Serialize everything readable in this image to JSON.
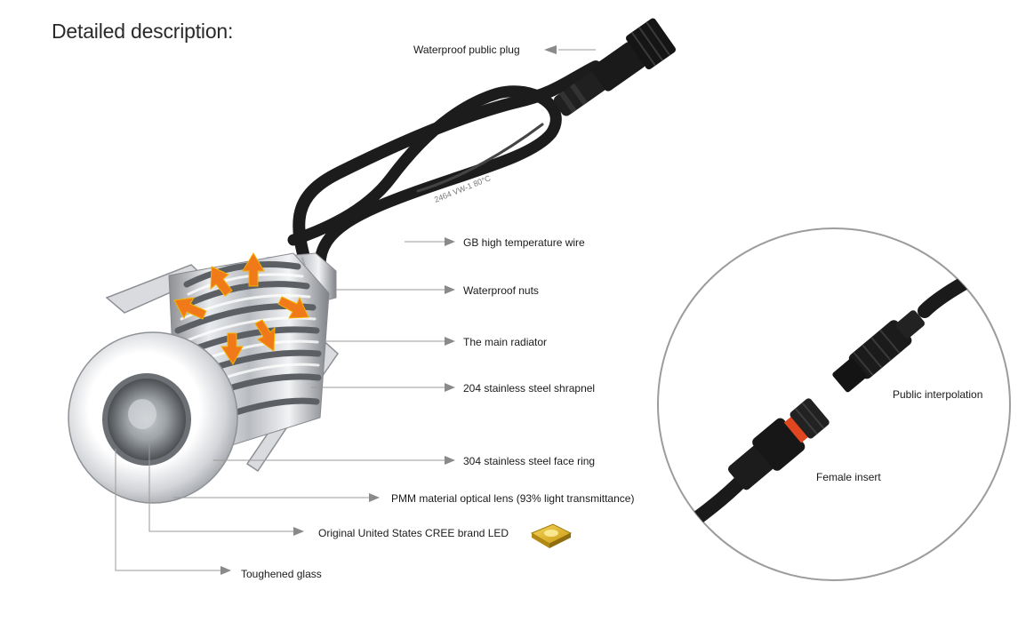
{
  "header": {
    "title": "Detailed description:"
  },
  "callouts": {
    "plug": "Waterproof public plug",
    "wire": "GB high temperature wire",
    "nuts": "Waterproof nuts",
    "radiator": "The main radiator",
    "shrapnel": "204 stainless steel shrapnel",
    "face_ring": "304 stainless steel face ring",
    "lens": "PMM material optical lens (93% light transmittance)",
    "led": "Original United States CREE brand LED",
    "glass": "Toughened glass"
  },
  "inset": {
    "public_interpolation": "Public interpolation",
    "female_insert": "Female insert"
  },
  "cable_print": "2464 VW-1 80°C",
  "colors": {
    "leader_line": "#9a9a9a",
    "arrow": "#8a8a8a",
    "heat_arrow": "#f07a1a",
    "circle_border": "#9c9c9c"
  }
}
